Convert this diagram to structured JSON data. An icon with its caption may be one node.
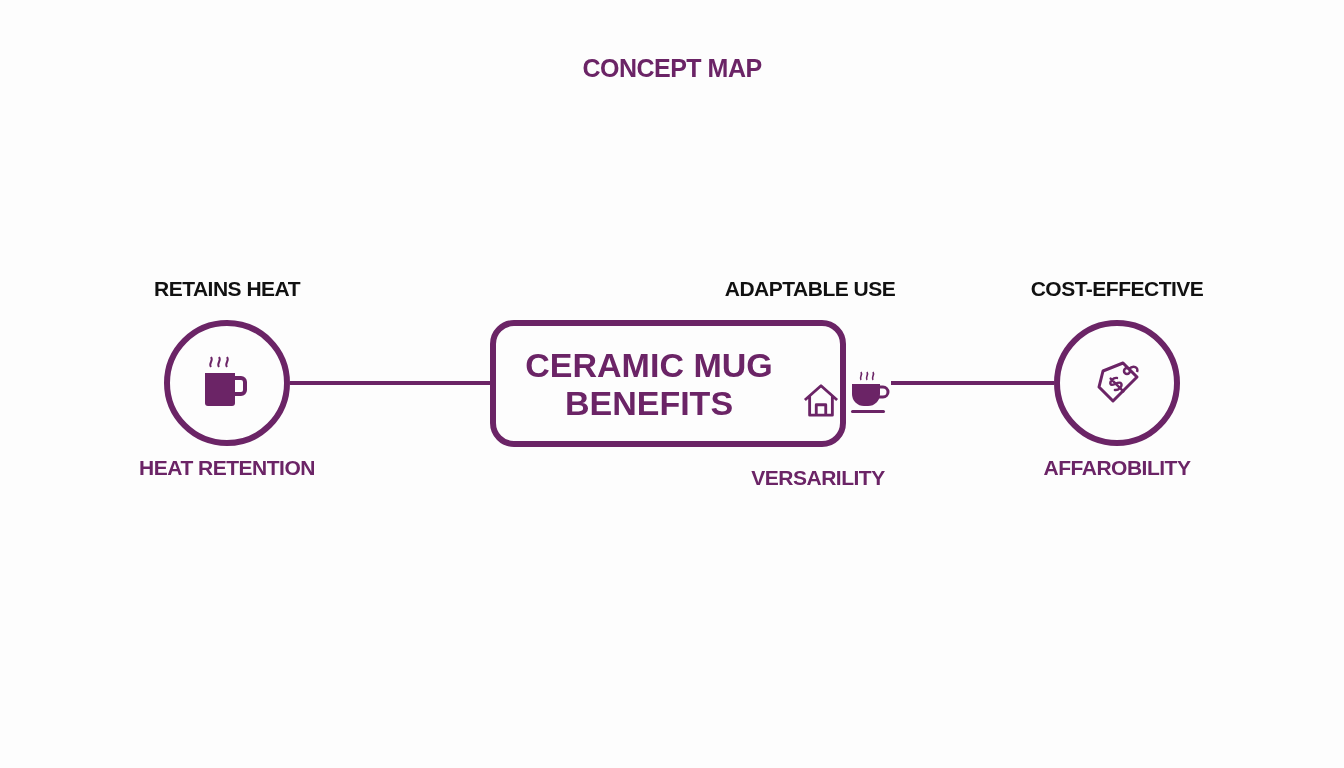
{
  "diagram": {
    "title": "CONCEPT MAP",
    "nodes": [
      {
        "text": [
          "RETAINS HEAT",
          "HEAT RETENTION"
        ]
      },
      {
        "text": [
          "CERAMIC MUG BENEFITS"
        ]
      },
      {
        "text": [
          "COST-EFFECTIVE",
          "AFFAROBILITY"
        ]
      },
      {
        "text": [],
        "shape": "cup"
      }
    ],
    "edges": [
      {
        "from": 0,
        "to": 1,
        "arrow": "none"
      },
      {
        "from": 3,
        "to": 2,
        "arrow": "none"
      }
    ],
    "labels": [
      "ADAPTABLE USE",
      "VERSARILITY"
    ]
  }
}
